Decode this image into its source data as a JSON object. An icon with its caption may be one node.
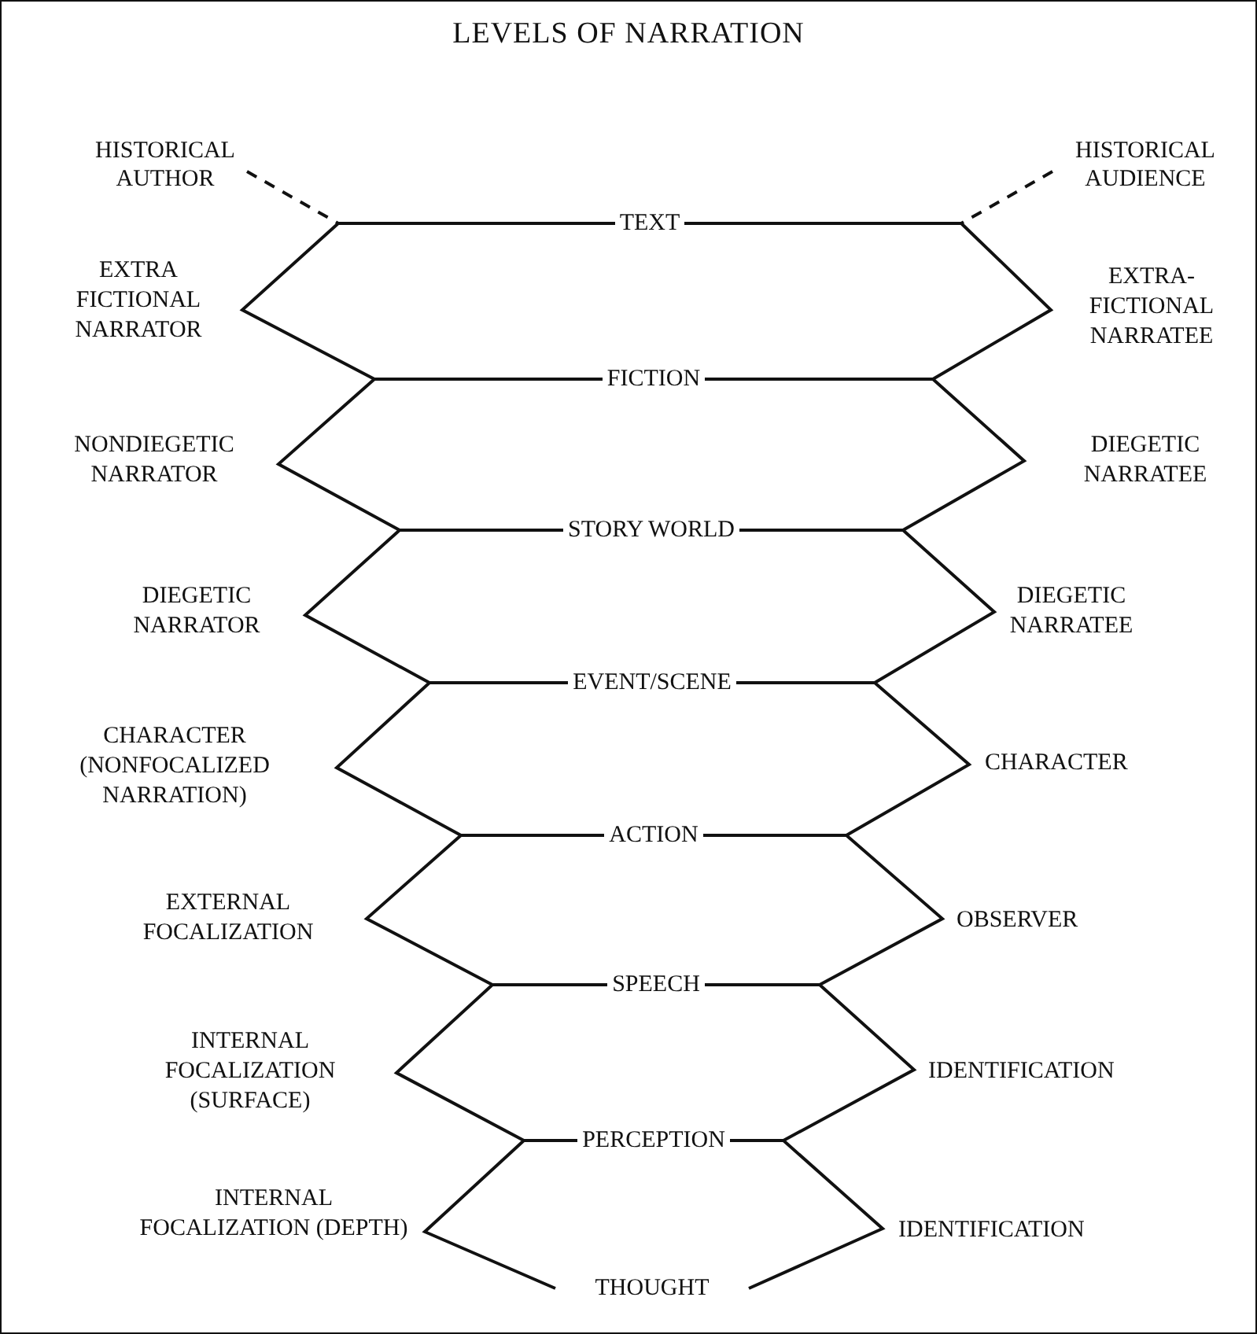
{
  "diagram": {
    "title": "LEVELS OF NARRATION",
    "nodes": [
      {
        "text": [
          "HISTORICAL AUTHOR"
        ]
      },
      {
        "text": [
          "HISTORICAL AUDIENCE"
        ]
      },
      {
        "text": [
          "TEXT"
        ]
      },
      {
        "text": [
          "FICTION"
        ]
      },
      {
        "text": [
          "STORY WORLD"
        ]
      },
      {
        "text": [
          "EVENT/SCENE"
        ]
      },
      {
        "text": [
          "ACTION"
        ]
      },
      {
        "text": [
          "SPEECH"
        ]
      },
      {
        "text": [
          "PERCEPTION"
        ]
      },
      {
        "text": [
          "THOUGHT"
        ]
      }
    ],
    "edges": [
      {
        "from": 0,
        "to": 2,
        "arrow": "none",
        "style": "dashed"
      },
      {
        "from": 1,
        "to": 2,
        "arrow": "none",
        "style": "dashed"
      },
      {
        "from": 2,
        "to": 3,
        "arrow": "none"
      },
      {
        "from": 2,
        "to": 3,
        "arrow": "none"
      },
      {
        "from": 3,
        "to": 4,
        "arrow": "none"
      },
      {
        "from": 3,
        "to": 4,
        "arrow": "none"
      },
      {
        "from": 4,
        "to": 5,
        "arrow": "none"
      },
      {
        "from": 4,
        "to": 5,
        "arrow": "none"
      },
      {
        "from": 5,
        "to": 6,
        "arrow": "none"
      },
      {
        "from": 5,
        "to": 6,
        "arrow": "none"
      },
      {
        "from": 6,
        "to": 7,
        "arrow": "none"
      },
      {
        "from": 6,
        "to": 7,
        "arrow": "none"
      },
      {
        "from": 7,
        "to": 8,
        "arrow": "none"
      },
      {
        "from": 7,
        "to": 8,
        "arrow": "none"
      },
      {
        "from": 8,
        "to": 9,
        "arrow": "none"
      },
      {
        "from": 8,
        "to": 9,
        "arrow": "none"
      }
    ],
    "labels": [
      "EXTRA FICTIONAL NARRATOR",
      "EXTRA-FICTIONAL NARRATEE",
      "NONDIEGETIC NARRATOR",
      "DIEGETIC NARRATEE",
      "DIEGETIC NARRATOR",
      "DIEGETIC NARRATEE",
      "CHARACTER (NONFOCALIZED NARRATION)",
      "CHARACTER",
      "EXTERNAL FOCALIZATION",
      "OBSERVER",
      "INTERNAL FOCALIZATION (SURFACE)",
      "IDENTIFICATION",
      "INTERNAL FOCALIZATION (DEPTH)",
      "IDENTIFICATION"
    ]
  }
}
